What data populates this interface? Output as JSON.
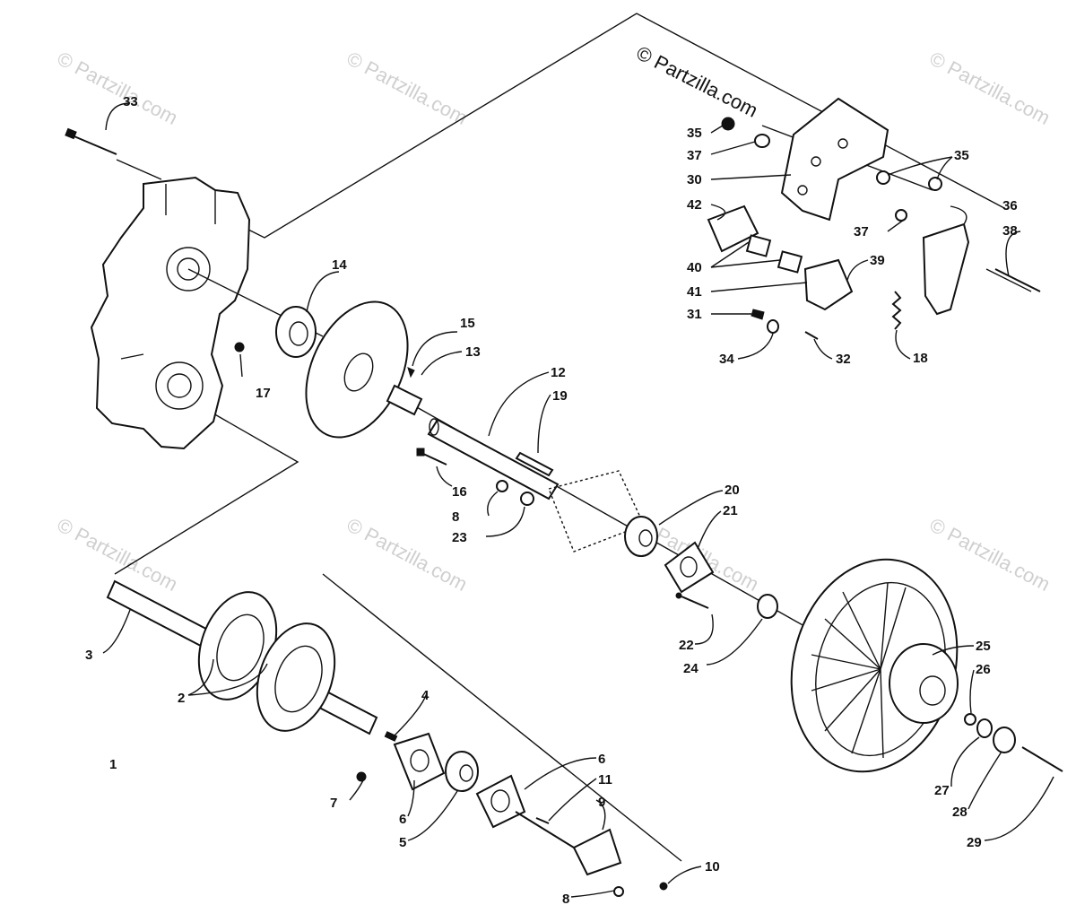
{
  "copyright": "© Partzilla.com",
  "watermark": "© Partzilla.com",
  "callouts": {
    "n1": "1",
    "n2": "2",
    "n3": "3",
    "n4": "4",
    "n5": "5",
    "n6a": "6",
    "n6b": "6",
    "n7": "7",
    "n8a": "8",
    "n8b": "8",
    "n9": "9",
    "n10": "10",
    "n11": "11",
    "n12": "12",
    "n13": "13",
    "n14": "14",
    "n15": "15",
    "n16": "16",
    "n17": "17",
    "n18": "18",
    "n19": "19",
    "n20": "20",
    "n21": "21",
    "n22": "22",
    "n23": "23",
    "n24": "24",
    "n25": "25",
    "n26": "26",
    "n27": "27",
    "n28": "28",
    "n29": "29",
    "n30": "30",
    "n31": "31",
    "n32": "32",
    "n33": "33",
    "n34": "34",
    "n35a": "35",
    "n35b": "35",
    "n36": "36",
    "n37a": "37",
    "n37b": "37",
    "n38": "38",
    "n39": "39",
    "n40": "40",
    "n41": "41",
    "n42": "42"
  }
}
